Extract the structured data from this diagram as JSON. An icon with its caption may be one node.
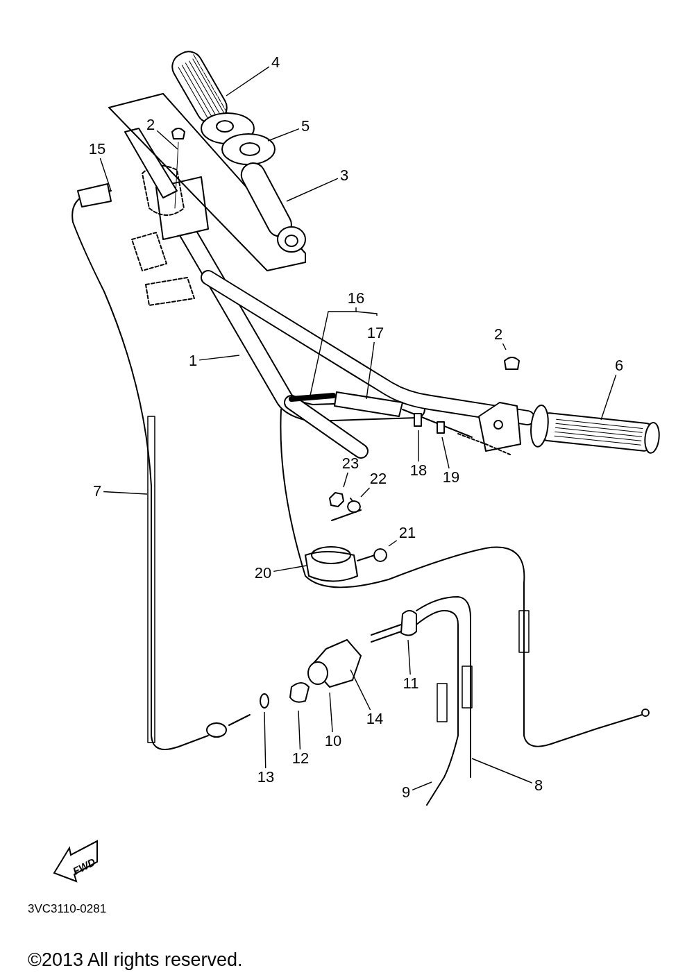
{
  "diagram": {
    "nodes": [
      {
        "text": [
          "4"
        ]
      },
      {
        "text": [
          "2"
        ]
      },
      {
        "text": [
          "15"
        ]
      },
      {
        "text": [
          "5"
        ]
      },
      {
        "text": [
          "3"
        ]
      },
      {
        "text": [
          "16"
        ]
      },
      {
        "text": [
          "17"
        ]
      },
      {
        "text": [
          "1"
        ]
      },
      {
        "text": [
          "2"
        ]
      },
      {
        "text": [
          "6"
        ]
      },
      {
        "text": [
          "23"
        ]
      },
      {
        "text": [
          "22"
        ]
      },
      {
        "text": [
          "18"
        ]
      },
      {
        "text": [
          "19"
        ]
      },
      {
        "text": [
          "7"
        ]
      },
      {
        "text": [
          "21"
        ]
      },
      {
        "text": [
          "20"
        ]
      },
      {
        "text": [
          "11"
        ]
      },
      {
        "text": [
          "14"
        ]
      },
      {
        "text": [
          "10"
        ]
      },
      {
        "text": [
          "12"
        ]
      },
      {
        "text": [
          "13"
        ]
      },
      {
        "text": [
          "9"
        ]
      },
      {
        "text": [
          "8"
        ]
      }
    ],
    "edges": [
      {
        "from": 0,
        "to": null,
        "arrow": "none"
      },
      {
        "from": 1,
        "to": null,
        "arrow": "none"
      },
      {
        "from": 2,
        "to": null,
        "arrow": "none"
      },
      {
        "from": 3,
        "to": null,
        "arrow": "none"
      },
      {
        "from": 4,
        "to": null,
        "arrow": "none"
      },
      {
        "from": 5,
        "to": null,
        "arrow": "none"
      },
      {
        "from": 6,
        "to": null,
        "arrow": "none"
      },
      {
        "from": 7,
        "to": null,
        "arrow": "none"
      },
      {
        "from": 8,
        "to": null,
        "arrow": "none"
      },
      {
        "from": 9,
        "to": null,
        "arrow": "none"
      },
      {
        "from": 10,
        "to": null,
        "arrow": "none"
      },
      {
        "from": 11,
        "to": null,
        "arrow": "none"
      },
      {
        "from": 12,
        "to": null,
        "arrow": "none"
      },
      {
        "from": 13,
        "to": null,
        "arrow": "none"
      },
      {
        "from": 14,
        "to": null,
        "arrow": "none"
      },
      {
        "from": 15,
        "to": null,
        "arrow": "none"
      },
      {
        "from": 16,
        "to": null,
        "arrow": "none"
      },
      {
        "from": 17,
        "to": null,
        "arrow": "none"
      },
      {
        "from": 18,
        "to": null,
        "arrow": "none"
      },
      {
        "from": 19,
        "to": null,
        "arrow": "none"
      },
      {
        "from": 20,
        "to": null,
        "arrow": "none"
      },
      {
        "from": 21,
        "to": null,
        "arrow": "none"
      },
      {
        "from": 22,
        "to": null,
        "arrow": "none"
      },
      {
        "from": 23,
        "to": null,
        "arrow": "none"
      }
    ],
    "labels": [
      "FWD",
      "3VC3110-0281",
      "©2013 All rights reserved."
    ]
  }
}
